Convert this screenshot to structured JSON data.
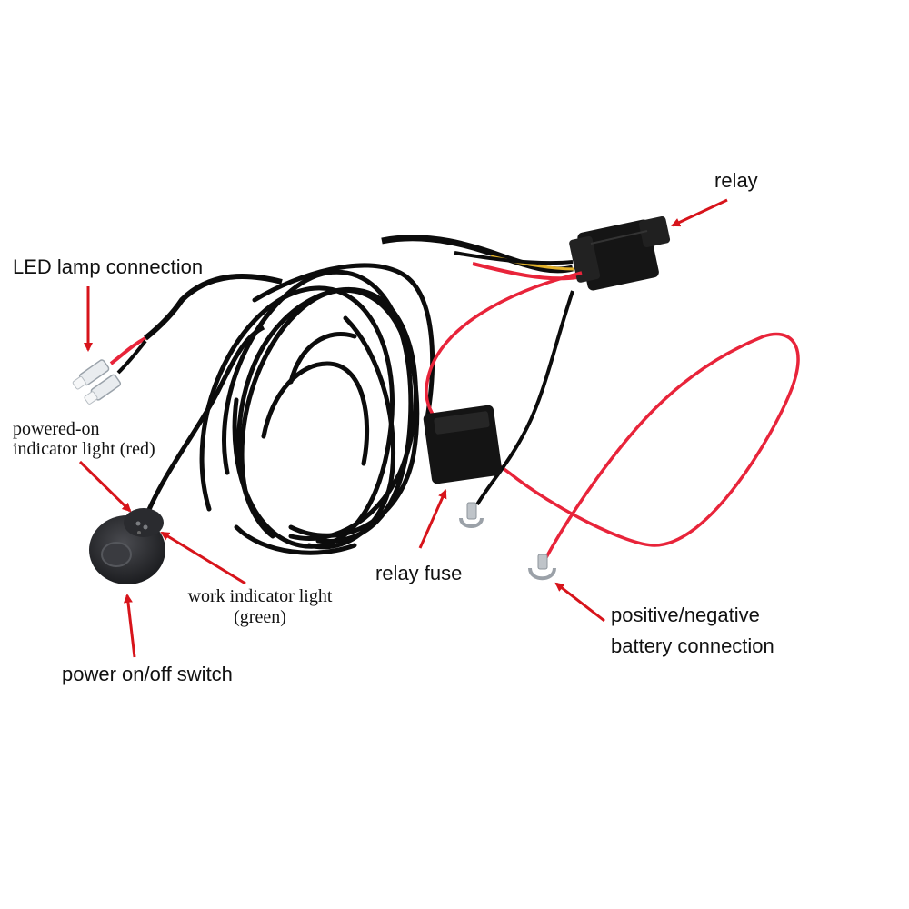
{
  "labels": {
    "relay": "relay",
    "led_lamp": "LED lamp connection",
    "powered_on_line1": "powered-on",
    "powered_on_line2": "indicator light (red)",
    "relay_fuse": "relay fuse",
    "work_indicator_line1": "work indicator light",
    "work_indicator_line2": "(green)",
    "power_switch": "power on/off switch",
    "battery_line1": "positive/negative",
    "battery_line2": "battery connection"
  },
  "colors": {
    "arrow": "#d7141b",
    "wire_red": "#e8243a",
    "wire_black": "#0c0c0c",
    "switch_body": "#2e2f33"
  }
}
